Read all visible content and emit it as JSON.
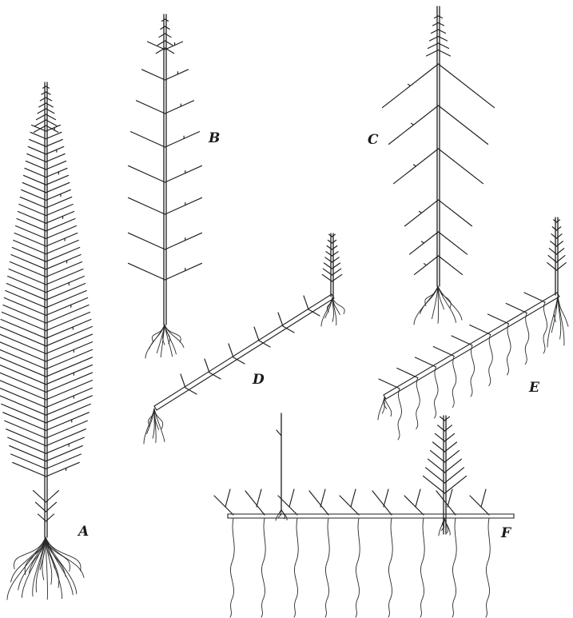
{
  "labels": {
    "a": "A",
    "b": "B",
    "c": "C",
    "d": "D",
    "e": "E",
    "f": "F"
  },
  "colors": {
    "ink": "#1e1e1e",
    "paper": "#ffffff"
  }
}
